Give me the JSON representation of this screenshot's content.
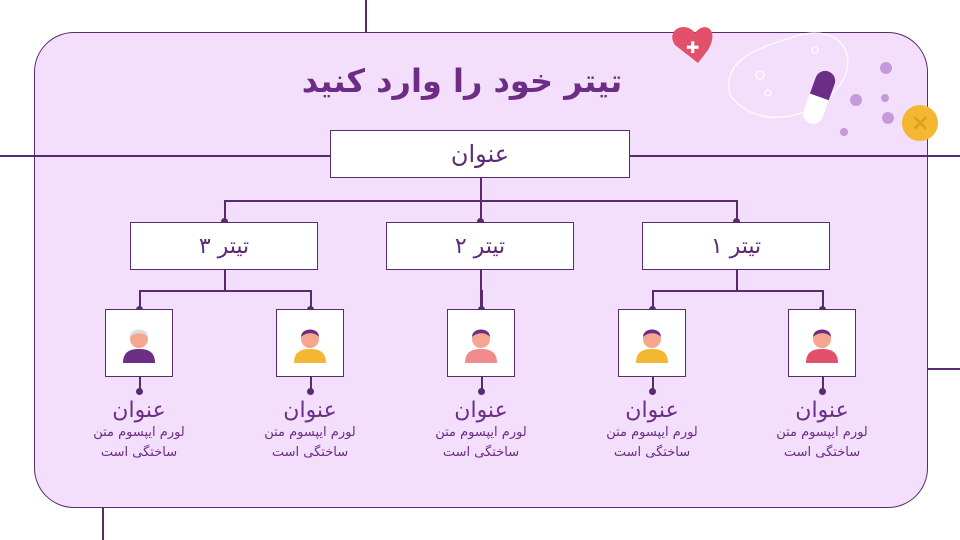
{
  "title": "تیتر خود را وارد کنید",
  "header_box": "عنوان",
  "level1": [
    {
      "label": "تیتر ۳"
    },
    {
      "label": "تیتر ۲"
    },
    {
      "label": "تیتر ۱"
    }
  ],
  "items": [
    {
      "title": "عنوان",
      "line1": "لورم ایپسوم متن",
      "line2": "ساختگی است",
      "icon": "elderly-sick-icon"
    },
    {
      "title": "عنوان",
      "line1": "لورم ایپسوم متن",
      "line2": "ساختگی است",
      "icon": "sneezing-person-icon"
    },
    {
      "title": "عنوان",
      "line1": "لورم ایپسوم متن",
      "line2": "ساختگی است",
      "icon": "sore-throat-icon"
    },
    {
      "title": "عنوان",
      "line1": "لورم ایپسوم متن",
      "line2": "ساختگی است",
      "icon": "fever-thermometer-icon"
    },
    {
      "title": "عنوان",
      "line1": "لورم ایپسوم متن",
      "line2": "ساختگی است",
      "icon": "coughing-person-icon"
    }
  ],
  "colors": {
    "background": "#f3defc",
    "border": "#5a2a6e",
    "title": "#6b2d86"
  }
}
